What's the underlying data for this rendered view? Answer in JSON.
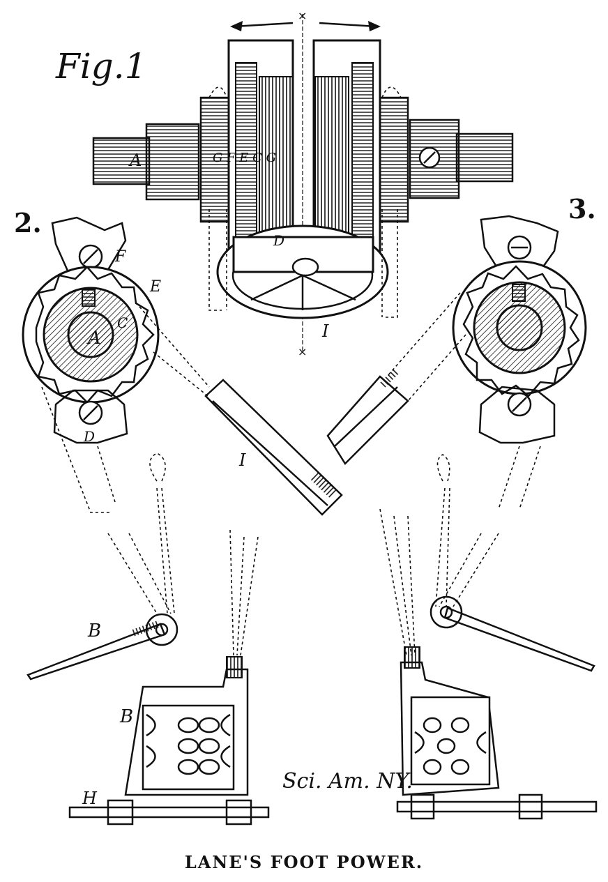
{
  "figure": {
    "fig_title": "Fig.1",
    "fig2_number": "2.",
    "fig3_number": "3.",
    "signature": "Sci. Am. NY."
  },
  "labels": {
    "A_shaft": "A",
    "gear_letters": "G F E C G",
    "D_top": "D",
    "I_top": "I",
    "F_left": "F",
    "E_left": "E",
    "A_left": "A",
    "C_left": "C",
    "D_left": "D",
    "I_belt": "I",
    "B_lever": "B",
    "B_pedal": "B",
    "H_shaft": "H"
  },
  "caption": "LANE'S FOOT POWER."
}
